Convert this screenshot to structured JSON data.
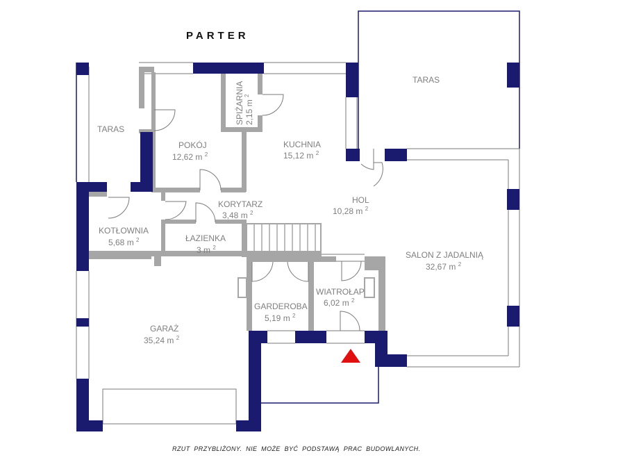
{
  "plan": {
    "title": "PARTER",
    "footer": "RZUT  PRZYBLIŻONY.  NIE  MOŻE  BYĆ  PODSTAWĄ  PRAC  BUDOWLANYCH.",
    "area_unit": "m",
    "area_exponent": "2",
    "rooms": {
      "taras_left": {
        "name": "TARAS"
      },
      "taras_right": {
        "name": "TARAS"
      },
      "spizarnia": {
        "name": "SPIŻARNIA",
        "area": "2,15"
      },
      "pokoj": {
        "name": "POKÓJ",
        "area": "12,62"
      },
      "kuchnia": {
        "name": "KUCHNIA",
        "area": "15,12"
      },
      "hol": {
        "name": "HOL",
        "area": "10,28"
      },
      "korytarz": {
        "name": "KORYTARZ",
        "area": "3,48"
      },
      "kotlownia": {
        "name": "KOTŁOWNIA",
        "area": "5,68"
      },
      "lazienka": {
        "name": "ŁAZIENKA",
        "area": "3"
      },
      "salon": {
        "name": "SALON Z JADALNIĄ",
        "area": "32,67"
      },
      "wiatrolap": {
        "name": "WIATROŁAP",
        "area": "6,02"
      },
      "garderoba": {
        "name": "GARDEROBA",
        "area": "5,19"
      },
      "garaz": {
        "name": "GARAŻ",
        "area": "35,24"
      }
    },
    "colors": {
      "wall_outer": "#1a1a6e",
      "wall_inner": "#a6a6a6",
      "outline": "#1a1a6e",
      "entrance_marker": "#e01010"
    }
  }
}
